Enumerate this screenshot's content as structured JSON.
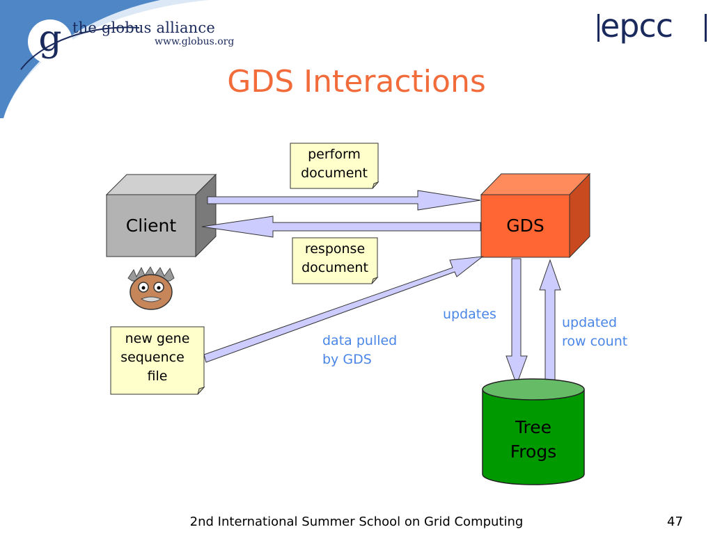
{
  "header": {
    "title": "GDS Interactions",
    "globus_name": "the globus alliance",
    "globus_url": "www.globus.org",
    "globus_letter": "g",
    "epcc_logo": "epcc"
  },
  "diagram": {
    "client_label": "Client",
    "gds_label": "GDS",
    "db_label_line1": "Tree",
    "db_label_line2": "Frogs",
    "note_perform_line1": "perform",
    "note_perform_line2": "document",
    "note_response_line1": "response",
    "note_response_line2": "document",
    "note_file_line1": "new gene",
    "note_file_line2": "sequence",
    "note_file_line3": "file",
    "label_data_pulled_line1": "data pulled",
    "label_data_pulled_line2": "by GDS",
    "label_updates": "updates",
    "label_updated_line1": "updated",
    "label_updated_line2": "row count"
  },
  "colors": {
    "title": "#f26b3a",
    "gds_box": "#ff6633",
    "client_box": "#b3b3b3",
    "arrow_fill": "#ccccff",
    "note_fill": "#ffffcc",
    "db_fill": "#009900",
    "label_blue": "#4a86e8"
  },
  "footer": {
    "text": "2nd International Summer School on Grid Computing",
    "page_number": "47"
  }
}
